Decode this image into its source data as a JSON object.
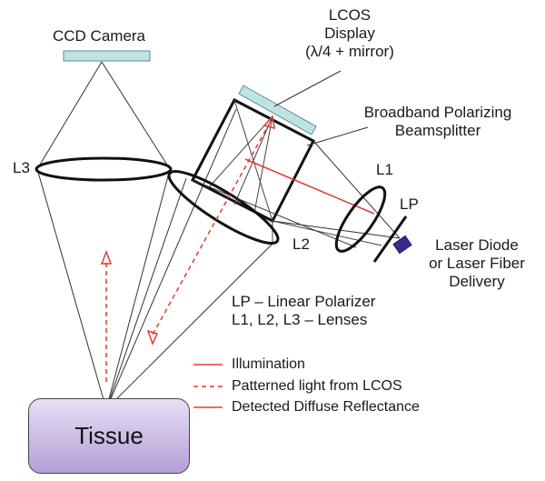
{
  "labels": {
    "ccd_camera": "CCD Camera",
    "lcos_line1": "LCOS",
    "lcos_line2": "Display",
    "lcos_line3": "(λ/4 + mirror)",
    "pbs_line1": "Broadband Polarizing",
    "pbs_line2": "Beamsplitter",
    "l3": "L3",
    "l1": "L1",
    "l2": "L2",
    "lp": "LP",
    "laser_line1": "Laser Diode",
    "laser_line2": "or Laser Fiber",
    "laser_line3": "Delivery",
    "key_lp": "LP – Linear Polarizer",
    "key_lenses": "L1, L2, L3 – Lenses",
    "tissue": "Tissue"
  },
  "legend": [
    {
      "label": "Illumination",
      "style": "solid",
      "color": "#e03c31"
    },
    {
      "label": "Patterned light from LCOS",
      "style": "dashed",
      "color": "#e03c31"
    },
    {
      "label": "Detected Diffuse Reflectance",
      "style": "solid",
      "color": "#e03c31"
    }
  ],
  "colors": {
    "beam": "#e03c31",
    "lcos": "#bfe3e3",
    "camera": "#bfe3e3",
    "laser": "#3b2a8c",
    "tissue_top": "#e8dff5",
    "tissue_bottom": "#b49fd6"
  }
}
